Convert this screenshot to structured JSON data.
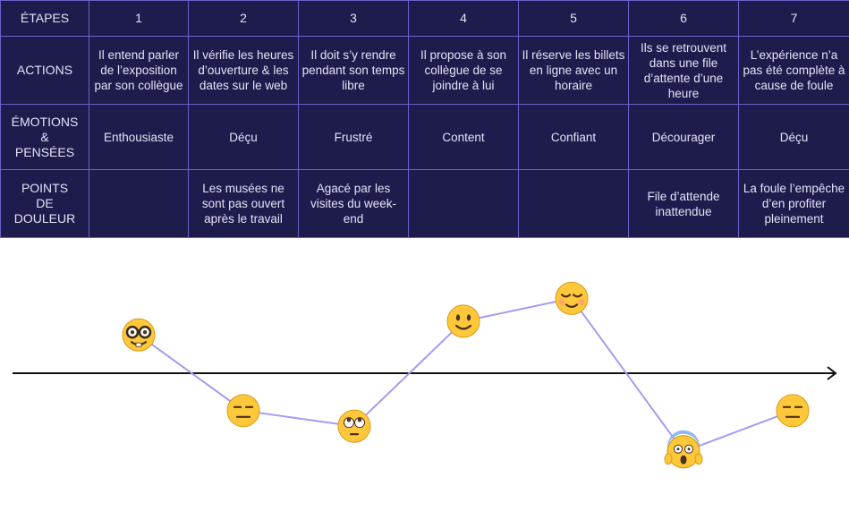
{
  "table": {
    "header_label": "ÉTAPES",
    "steps": [
      "1",
      "2",
      "3",
      "4",
      "5",
      "6",
      "7"
    ],
    "rows": [
      {
        "label": [
          "ACTIONS"
        ],
        "cells": [
          "Il entend parler de l’exposition par son collègue",
          "Il vérifie les heures d’ouverture & les dates sur le web",
          "Il doit s’y rendre pendant son temps libre",
          "Il propose à son collègue de se joindre à lui",
          "Il réserve les billets en ligne avec un horaire",
          "Ils se retrouvent dans une file d’attente d’une heure",
          "L’expérience n’a pas été complète à cause de foule"
        ]
      },
      {
        "label": [
          "ÉMOTIONS",
          "&",
          "PENSÉES"
        ],
        "cells": [
          "Enthousiaste",
          "Déçu",
          "Frustré",
          "Content",
          "Confiant",
          "Décourager",
          "Déçu"
        ]
      },
      {
        "label": [
          "POINTS",
          "DE",
          "DOULEUR"
        ],
        "cells": [
          "",
          "Les musées ne sont pas ouvert après le travail",
          "Agacé par les visites du week-end",
          "",
          "",
          "File d’attende inattendue",
          "La foule l’empêche d’en profiter pleinement"
        ]
      }
    ]
  },
  "emotion_curve": {
    "colors": {
      "line": "#a89af0",
      "axis": "#111111",
      "face": "#ffc83a"
    },
    "points": [
      {
        "step": "1",
        "level": 0.42,
        "icon": "nerd-face-icon"
      },
      {
        "step": "2",
        "level": -0.41,
        "icon": "neutral-face-icon"
      },
      {
        "step": "3",
        "level": -0.58,
        "icon": "eye-roll-face-icon"
      },
      {
        "step": "4",
        "level": 0.57,
        "icon": "smiling-face-icon"
      },
      {
        "step": "5",
        "level": 0.82,
        "icon": "relieved-face-icon"
      },
      {
        "step": "6",
        "level": -0.86,
        "icon": "screaming-face-icon"
      },
      {
        "step": "7",
        "level": -0.41,
        "icon": "neutral-face-icon"
      }
    ]
  }
}
